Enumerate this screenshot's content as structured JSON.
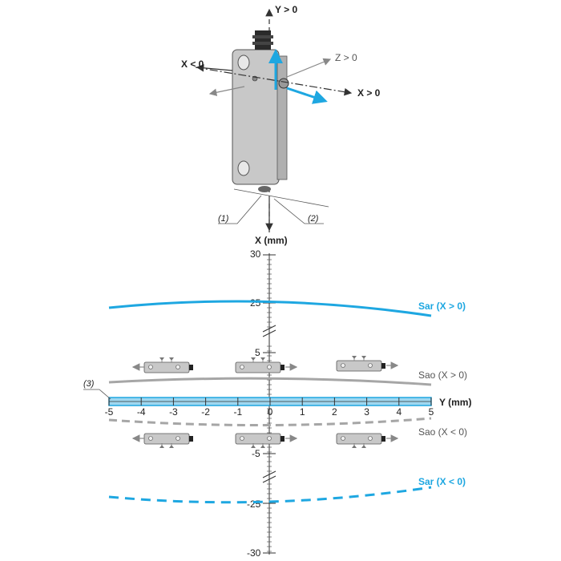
{
  "colors": {
    "sar": "#1ea7e1",
    "sao": "#a6a6a6",
    "axis": "#333333",
    "sensor_body": "#c8c8c8",
    "arrow_blue": "#1ea7e1"
  },
  "sensor_figure": {
    "y_pos_label": "Y > 0",
    "x_neg_label": "X < 0",
    "x_pos_label": "X > 0",
    "z_pos_label": "Z > 0",
    "callout_1": "(1)",
    "callout_2": "(2)"
  },
  "graph": {
    "x_axis_title": "X (mm)",
    "y_axis_title": "Y (mm)",
    "y_ticks": [
      "-5",
      "-4",
      "-3",
      "-2",
      "-1",
      "0",
      "1",
      "2",
      "3",
      "4",
      "5"
    ],
    "x_tick_labels": {
      "p30": "30",
      "p25": "25",
      "p5": "5",
      "m5": "-5",
      "m25": "-25",
      "m30": "-30"
    },
    "callout_3": "(3)",
    "curve_labels": {
      "sar_pos": "Sar (X > 0)",
      "sao_pos": "Sao (X > 0)",
      "sao_neg": "Sao (X < 0)",
      "sar_neg": "Sar (X < 0)"
    }
  }
}
